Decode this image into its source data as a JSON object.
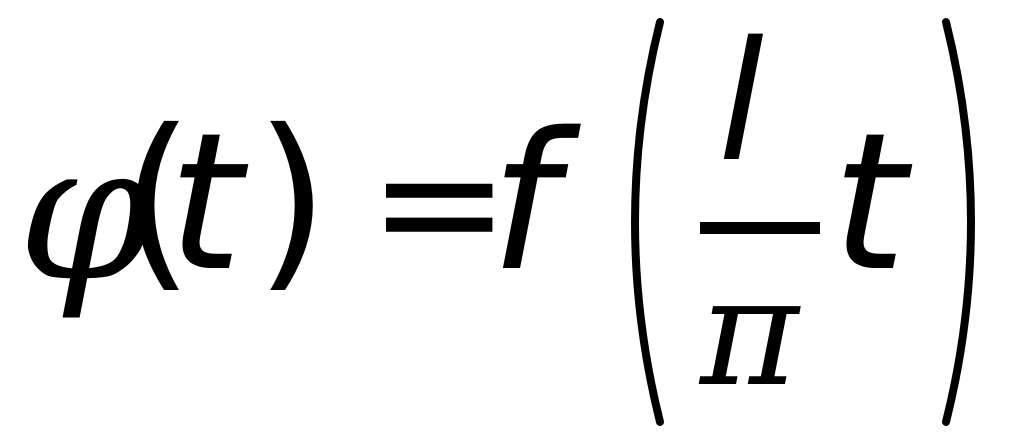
{
  "formula": {
    "lhs_function": "φ",
    "lhs_open_paren": "(",
    "lhs_variable": "t",
    "lhs_close_paren": ")",
    "equals": "=",
    "rhs_function": "f",
    "fraction_numerator": "l",
    "fraction_denominator": "π",
    "rhs_variable": "t"
  },
  "colors": {
    "ink": "#000000",
    "background": "#ffffff"
  }
}
